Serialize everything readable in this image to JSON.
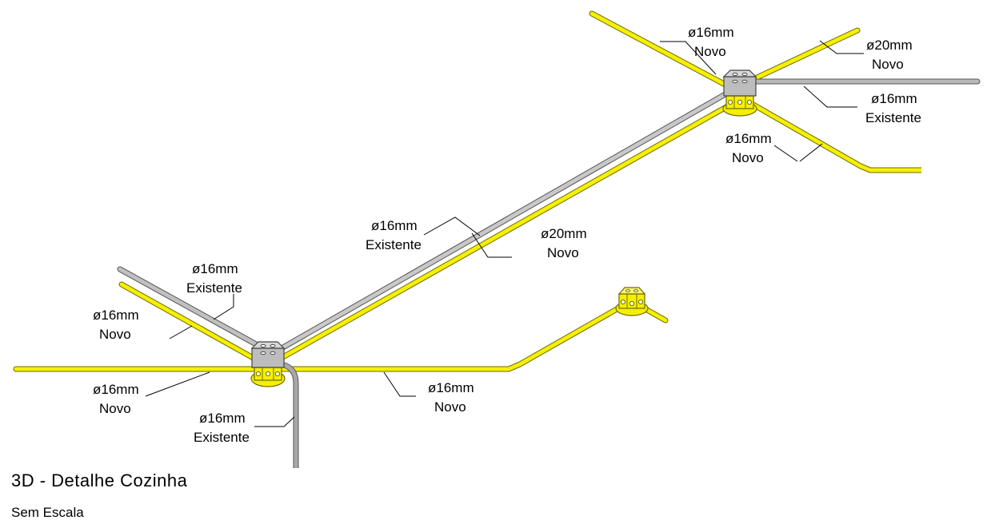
{
  "title": "3D - Detalhe Cozinha",
  "subtitle": "Sem Escala",
  "colors": {
    "new_conduit": "#f5f000",
    "new_conduit_edge": "#8a8500",
    "existing_conduit": "#b8b8b8",
    "existing_conduit_edge": "#555555",
    "box_gray": "#c4c4c4",
    "box_yellow": "#f5f000"
  },
  "labels": [
    {
      "id": "l1",
      "line1": "ø16mm",
      "line2": "Novo"
    },
    {
      "id": "l2",
      "line1": "ø20mm",
      "line2": "Novo"
    },
    {
      "id": "l3",
      "line1": "ø16mm",
      "line2": "Existente"
    },
    {
      "id": "l4",
      "line1": "ø16mm",
      "line2": "Novo"
    },
    {
      "id": "l5",
      "line1": "ø16mm",
      "line2": "Existente"
    },
    {
      "id": "l6",
      "line1": "ø20mm",
      "line2": "Novo"
    },
    {
      "id": "l7",
      "line1": "ø16mm",
      "line2": "Existente"
    },
    {
      "id": "l8",
      "line1": "ø16mm",
      "line2": "Novo"
    },
    {
      "id": "l9",
      "line1": "ø16mm",
      "line2": "Novo"
    },
    {
      "id": "l10",
      "line1": "ø16mm",
      "line2": "Novo"
    },
    {
      "id": "l11",
      "line1": "ø16mm",
      "line2": "Existente"
    }
  ]
}
